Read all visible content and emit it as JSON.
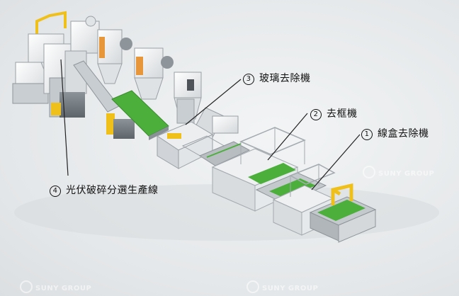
{
  "labels": {
    "l1": {
      "num": "1",
      "text": "線盒去除機"
    },
    "l2": {
      "num": "2",
      "text": "去框機"
    },
    "l3": {
      "num": "3",
      "text": "玻璃去除機"
    },
    "l4": {
      "num": "4",
      "text": "光伏破碎分選生產線"
    }
  },
  "watermark": "SUNY GROUP",
  "colors": {
    "conveyor_green": "#4caf3c",
    "frame_yellow": "#f0c01a",
    "machine_white": "#f4f5f6",
    "machine_gray": "#b9bec2",
    "orange_accent": "#e8963a"
  }
}
